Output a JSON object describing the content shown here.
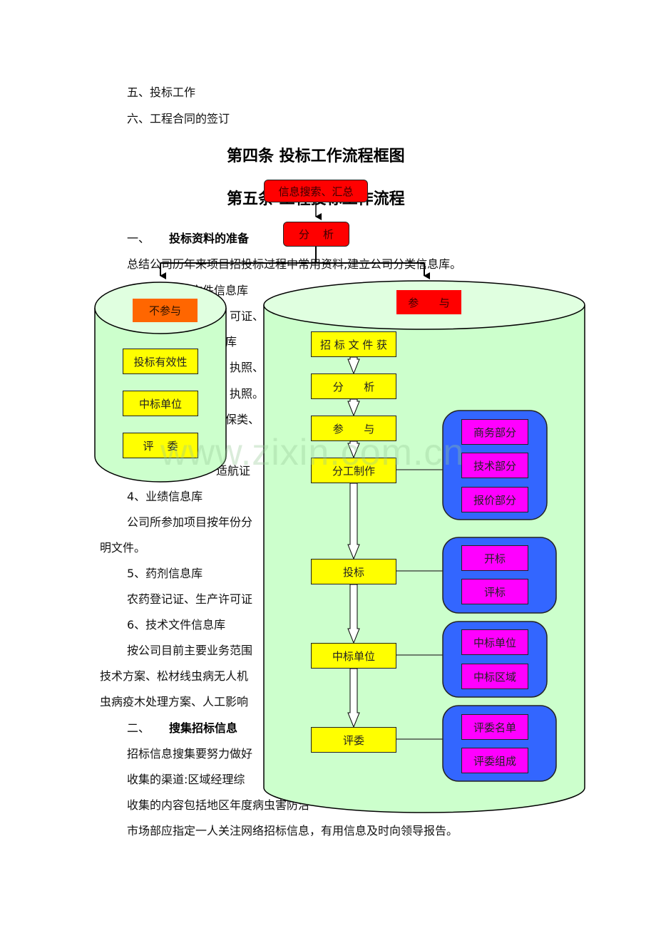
{
  "document": {
    "outline_items": [
      "五、投标工作",
      "六、工程合同的签订"
    ],
    "heading_4": "第四条  投标工作流程框图",
    "heading_5": "第五条  工程投标工作流程",
    "section_1": {
      "num": "一、",
      "title": "投标资料的准备"
    },
    "paragraphs": [
      "总结公司历年来项目招投标过程中常用资料,建立公司分类信息库。",
      "文件信息库",
      "可证、",
      "库",
      "执照、",
      "执照。",
      "保类、",
      "适航证",
      "4、业绩信息库",
      "公司所参加项目按年份分",
      "明文件。",
      "5、药剂信息库",
      "农药登记证、生产许可证",
      "6、技术文件信息库",
      "按公司目前主要业务范围",
      "技术方案、松材线虫病无人机",
      "虫病疫木处理方案、人工影响"
    ],
    "section_2": {
      "num": "二、",
      "title": "搜集招标信息"
    },
    "paragraphs_2": [
      "招标信息搜集要努力做好",
      "收集的渠道:区域经理综",
      "收集的内容包括地区年度病虫害防治",
      "市场部应指定一人关注网络招标信息，有用信息及时向领导报告。"
    ],
    "watermark": "www.zixin.com.cn"
  },
  "flowchart": {
    "top_nodes": [
      "信息搜索、汇总",
      "分    析"
    ],
    "left_cylinder": {
      "label": "不参与",
      "items": [
        "投标有效性",
        "中标单位",
        "评    委"
      ]
    },
    "right_cylinder": {
      "label": "参      与",
      "steps": [
        "招 标 文 件 获",
        "分      析",
        "参      与",
        "分工制作",
        "投标",
        "中标单位",
        "评委"
      ],
      "groups": [
        {
          "items": [
            "商务部分",
            "技术部分",
            "报价部分"
          ]
        },
        {
          "items": [
            "开标",
            "评标"
          ]
        },
        {
          "items": [
            "中标单位",
            "中标区域"
          ]
        },
        {
          "items": [
            "评委名单",
            "评委组成"
          ]
        }
      ]
    },
    "colors": {
      "top_node": "#ff0000",
      "not_participate": "#ff6600",
      "step": "#ffff00",
      "group_bg": "#3366ff",
      "group_item": "#ff00ff",
      "cylinder": "#ccffcc",
      "cylinder_top": "#e0ffe0"
    }
  }
}
